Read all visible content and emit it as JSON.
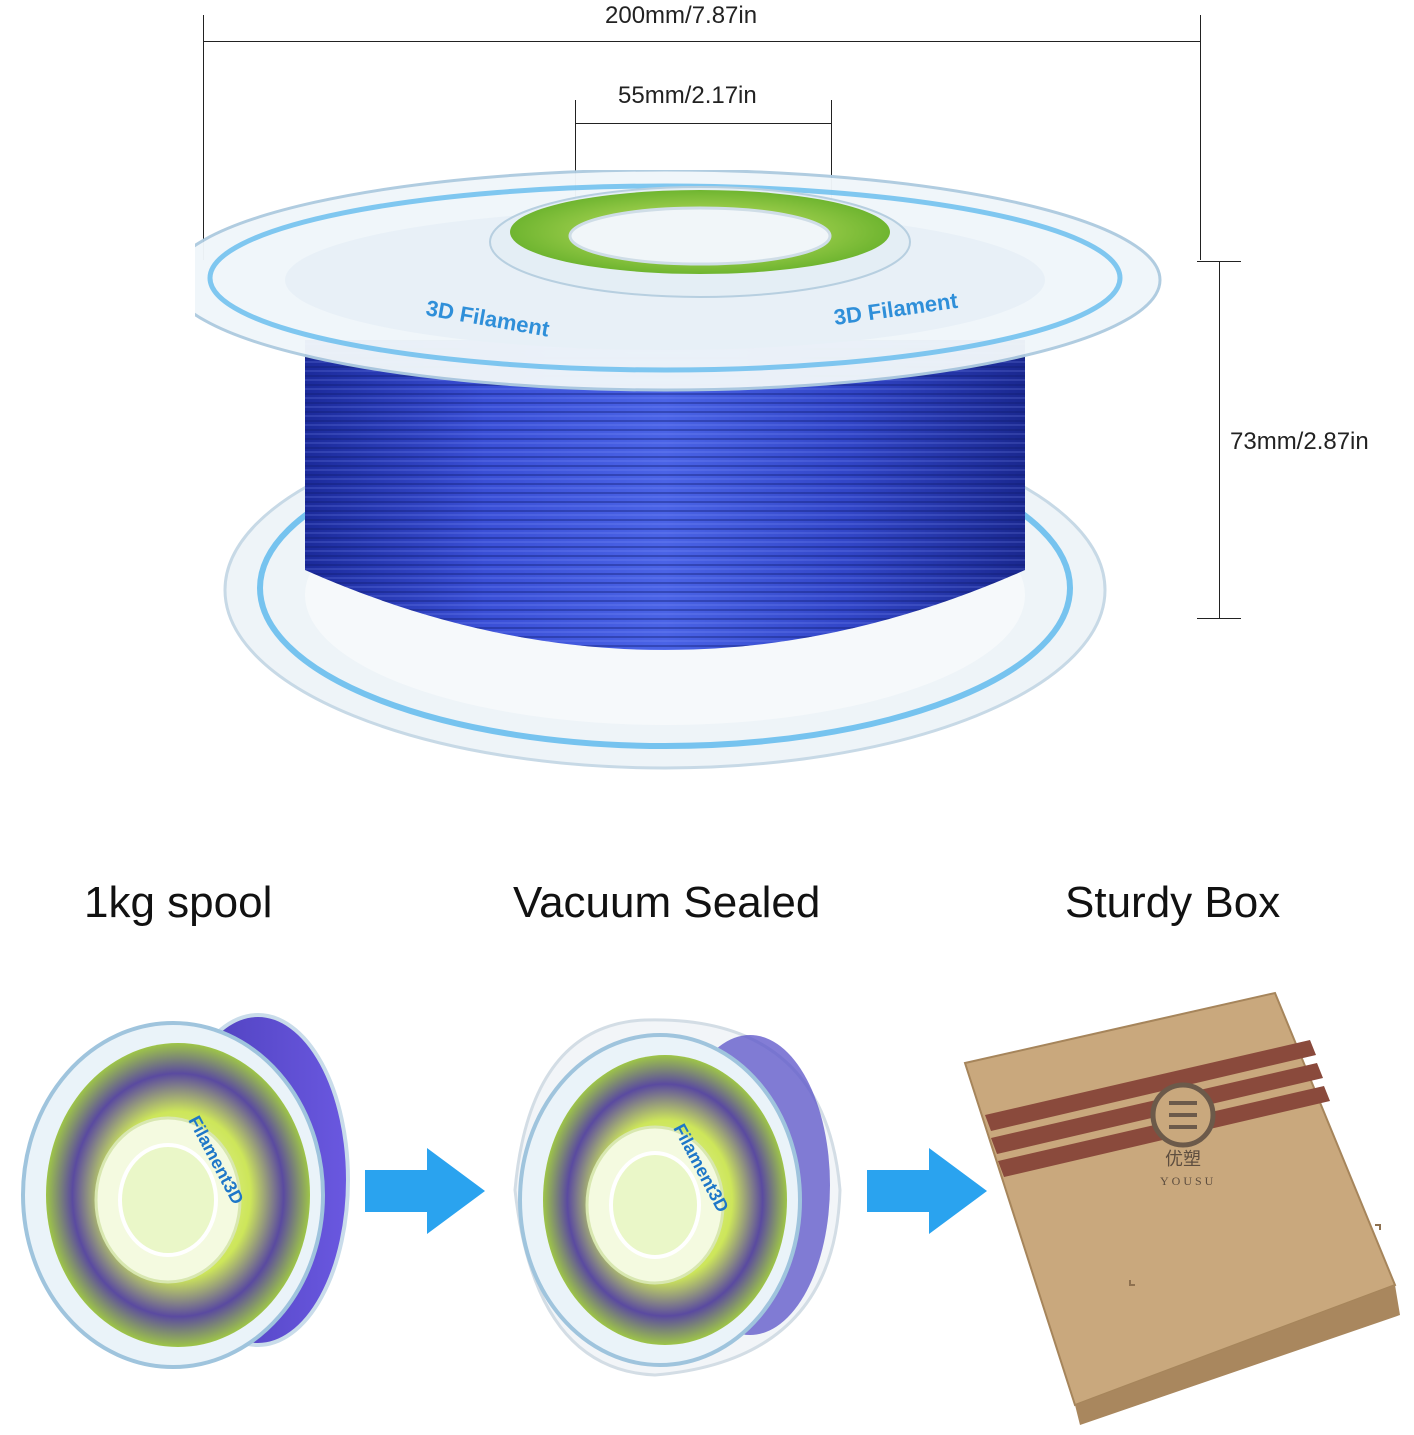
{
  "dimensions": {
    "outer_diameter": "200mm/7.87in",
    "hub_diameter": "55mm/2.17in",
    "spool_width": "73mm/2.87in"
  },
  "spool_label": "3D Filament",
  "steps": [
    {
      "title": "1kg spool",
      "spool_label": "Filament3D"
    },
    {
      "title": "Vacuum Sealed",
      "spool_label": "Filament3D"
    },
    {
      "title": "Sturdy Box"
    }
  ],
  "box": {
    "brand_cn": "优塑",
    "brand_en": "YOUSU"
  },
  "colors": {
    "filament_blue": "#2a3fc0",
    "filament_green": "#8fcf3a",
    "arrow_blue": "#2aa3ef",
    "box_kraft": "#c8a77c",
    "box_stripe": "#8a4a3c"
  }
}
